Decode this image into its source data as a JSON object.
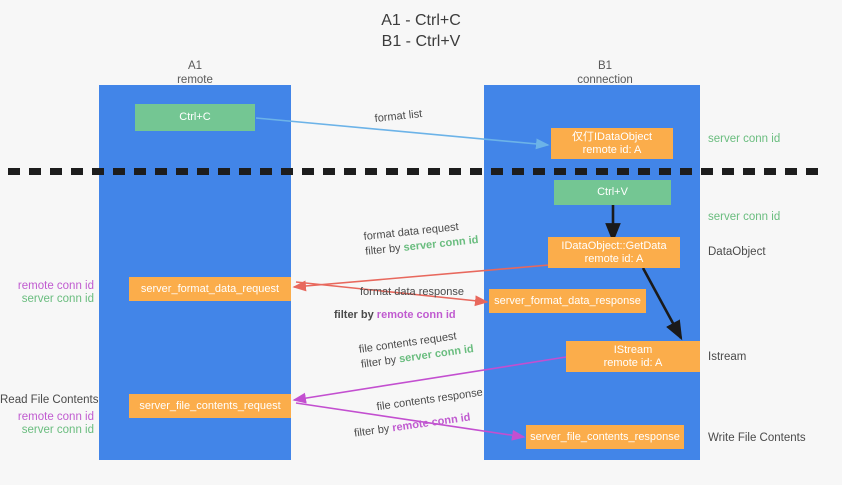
{
  "title": {
    "line1": "A1 - Ctrl+C",
    "line2": "B1 - Ctrl+V"
  },
  "columns": [
    {
      "name": "A1",
      "sub": "remote"
    },
    {
      "name": "B1",
      "sub": "connection"
    }
  ],
  "nodes": {
    "ctrl_c": {
      "label": "Ctrl+C"
    },
    "idataobject": {
      "line1": "仅仃IDataObject",
      "line2": "remote id: A"
    },
    "ctrl_v": {
      "label": "Ctrl+V"
    },
    "getdata": {
      "line1": "IDataObject::GetData",
      "line2": "remote id: A"
    },
    "format_request": {
      "label": "server_format_data_request"
    },
    "format_response": {
      "label": "server_format_data_response"
    },
    "istream": {
      "line1": "IStream",
      "line2": "remote id: A"
    },
    "file_request": {
      "label": "server_file_contents_request"
    },
    "file_response": {
      "label": "server_file_contents_response"
    }
  },
  "edge_labels": {
    "format_list": "format list",
    "format_data_request": {
      "line1": "format data request",
      "filter_prefix": "filter by ",
      "filter_value": "server conn id"
    },
    "format_data_response": {
      "line1": "format data response",
      "filter_prefix": "filter by ",
      "filter_value": "remote conn id"
    },
    "file_contents_request": {
      "line1": "file contents request",
      "filter_prefix": "filter by ",
      "filter_value": "server conn id"
    },
    "file_contents_response": {
      "line1": "file contents response",
      "filter_prefix": "filter by ",
      "filter_value": "remote conn id"
    }
  },
  "right_annotations": {
    "server_conn_id_top": "server conn id",
    "server_conn_id_mid": "server conn id",
    "dataobject": "DataObject",
    "istream": "Istream",
    "write_file_contents": "Write File Contents"
  },
  "left_annotations": {
    "remote_conn_id_1": "remote conn id",
    "server_conn_id_1": "server conn id",
    "read_file_contents": "Read File Contents",
    "remote_conn_id_2": "remote conn id",
    "server_conn_id_2": "server conn id"
  },
  "colors": {
    "lane": "#4285e8",
    "green_node": "#74c693",
    "orange_node": "#fbad4b",
    "green_text": "#6abd7f",
    "violet_text": "#c05bd0",
    "red_arrow": "#e8685d",
    "magenta_arrow": "#c34fd0",
    "blue_arrow": "#6cb3e8",
    "dark_arrow": "#1a1a1a",
    "background": "#f7f7f7"
  }
}
